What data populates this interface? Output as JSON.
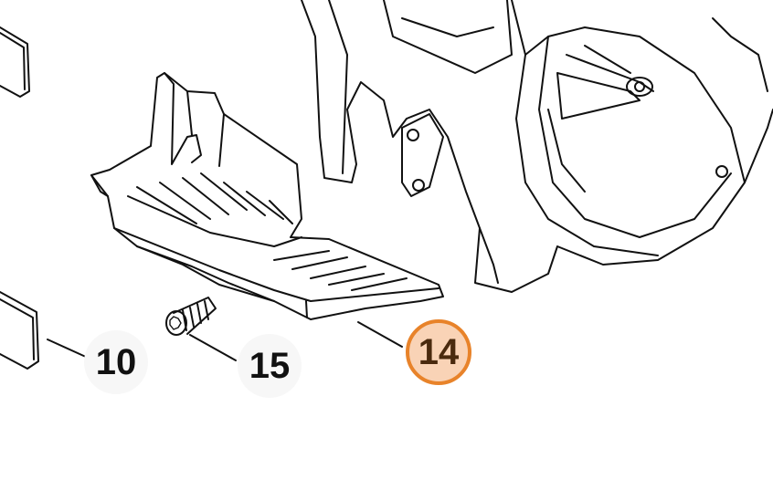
{
  "diagram": {
    "callouts": [
      {
        "id": "10",
        "label": "10",
        "highlighted": false
      },
      {
        "id": "15",
        "label": "15",
        "highlighted": false
      },
      {
        "id": "14",
        "label": "14",
        "highlighted": true
      }
    ],
    "colors": {
      "highlight_fill": "#f9d3b6",
      "highlight_border": "#e8832a",
      "highlight_text": "#4a2a0e",
      "line": "#111111"
    }
  }
}
